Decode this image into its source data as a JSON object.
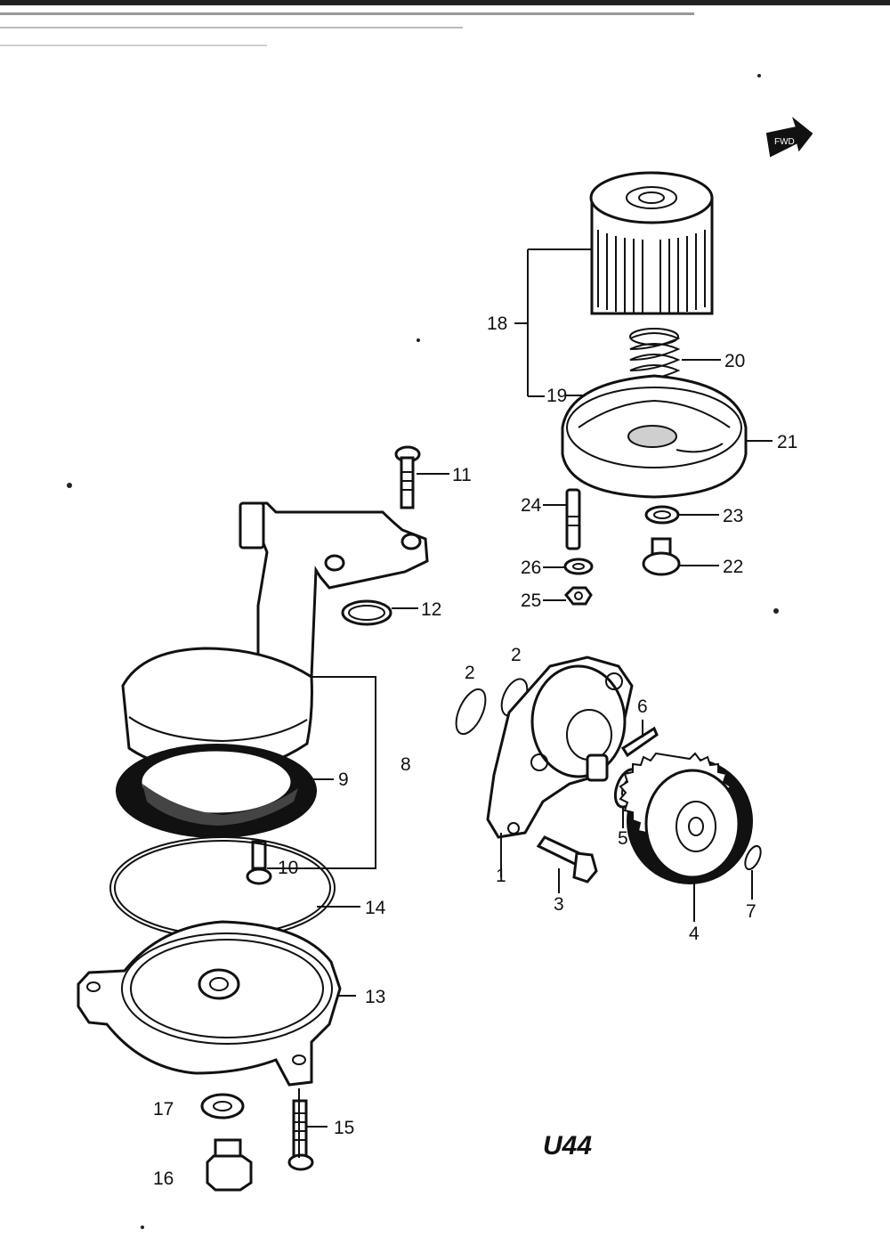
{
  "diagram": {
    "fwd_label": "FWD",
    "page_code": "U44",
    "callouts": {
      "c1": "1",
      "c2a": "2",
      "c2b": "2",
      "c3": "3",
      "c4": "4",
      "c5": "5",
      "c6": "6",
      "c7": "7",
      "c8": "8",
      "c9": "9",
      "c10": "10",
      "c11": "11",
      "c12": "12",
      "c13": "13",
      "c14": "14",
      "c15": "15",
      "c16": "16",
      "c17": "17",
      "c18": "18",
      "c19": "19",
      "c20": "20",
      "c21": "21",
      "c22": "22",
      "c23": "23",
      "c24": "24",
      "c25": "25",
      "c26": "26"
    }
  }
}
